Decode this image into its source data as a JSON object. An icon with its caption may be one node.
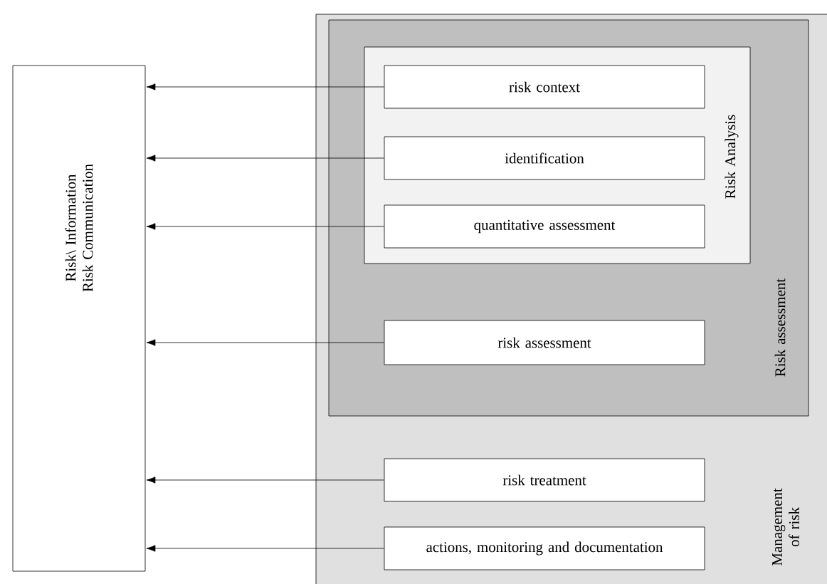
{
  "diagram": {
    "nodes": [
      {
        "text": [
          "Risk\\ Information Risk Communication"
        ]
      },
      {
        "text": [
          "Management of risk"
        ]
      },
      {
        "text": [
          "Risk assessment"
        ],
        "in": 1
      },
      {
        "text": [
          "Risk Analysis"
        ],
        "in": 2
      },
      {
        "text": [
          "risk context"
        ],
        "in": 3
      },
      {
        "text": [
          "identification"
        ],
        "in": 3
      },
      {
        "text": [
          "quantitative assessment"
        ],
        "in": 3
      },
      {
        "text": [
          "risk assessment"
        ],
        "in": 2
      },
      {
        "text": [
          "risk treatment"
        ],
        "in": 1
      },
      {
        "text": [
          "actions, monitoring and documentation"
        ],
        "in": 1
      }
    ],
    "edges": [
      {
        "from": 4,
        "to": 0,
        "arrow": "to"
      },
      {
        "from": 5,
        "to": 0,
        "arrow": "to"
      },
      {
        "from": 6,
        "to": 0,
        "arrow": "to"
      },
      {
        "from": 7,
        "to": 0,
        "arrow": "to"
      },
      {
        "from": 8,
        "to": 0,
        "arrow": "to"
      },
      {
        "from": 9,
        "to": 0,
        "arrow": "to"
      }
    ]
  }
}
